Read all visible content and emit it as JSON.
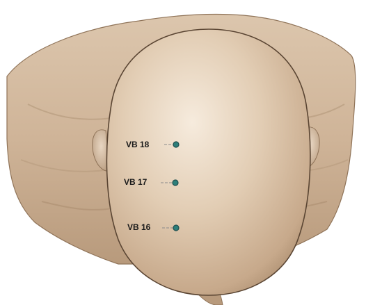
{
  "figure": {
    "points": [
      {
        "label": "VB 18"
      },
      {
        "label": "VB 17"
      },
      {
        "label": "VB 16"
      }
    ],
    "colors": {
      "skin_light": "#e6d3bd",
      "skin_mid": "#cdb296",
      "skin_dark": "#9b8066",
      "point_fill": "#2d7f7a",
      "point_stroke": "#1e4f4f",
      "leader_line": "#8a8a8a"
    }
  }
}
